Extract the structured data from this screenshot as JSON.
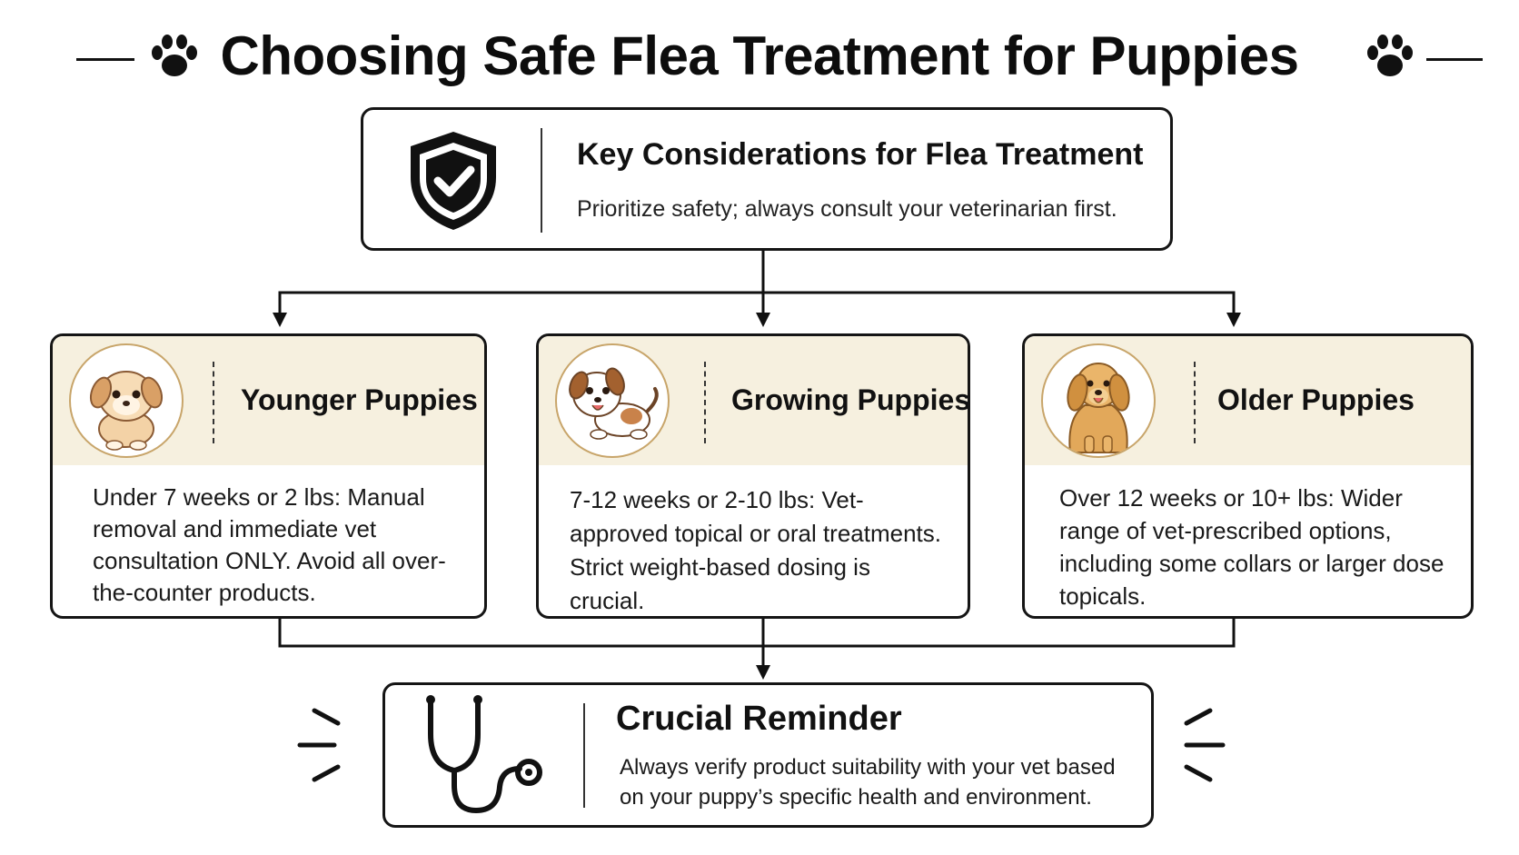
{
  "title": "Choosing Safe Flea Treatment for Puppies",
  "top": {
    "heading": "Key Considerations for Flea Treatment",
    "description": "Prioritize safety; always consult your veterinarian first."
  },
  "cards": [
    {
      "title": "Younger Puppies",
      "body": "Under 7 weeks or 2 lbs: Manual removal and immediate vet consultation ONLY. Avoid all over-the-counter products."
    },
    {
      "title": "Growing Puppies",
      "body": "7-12 weeks or 2-10 lbs: Vet-approved topical or oral treatments. Strict weight-based dosing is crucial."
    },
    {
      "title": "Older Puppies",
      "body": "Over 12 weeks or 10+ lbs: Wider range of vet-prescribed options, including some collars or larger dose topicals."
    }
  ],
  "reminder": {
    "heading": "Crucial Reminder",
    "text": "Always verify product suitability with your vet based on your puppy’s specific health and environment."
  },
  "icons": {
    "title_left": "paw-icon",
    "title_right": "paw-icon",
    "top": "shield-check-icon",
    "bottom": "stethoscope-icon"
  },
  "colors": {
    "card_header": "#f6f0df",
    "avatar_ring": "#c8a56a",
    "outline": "#151515"
  }
}
